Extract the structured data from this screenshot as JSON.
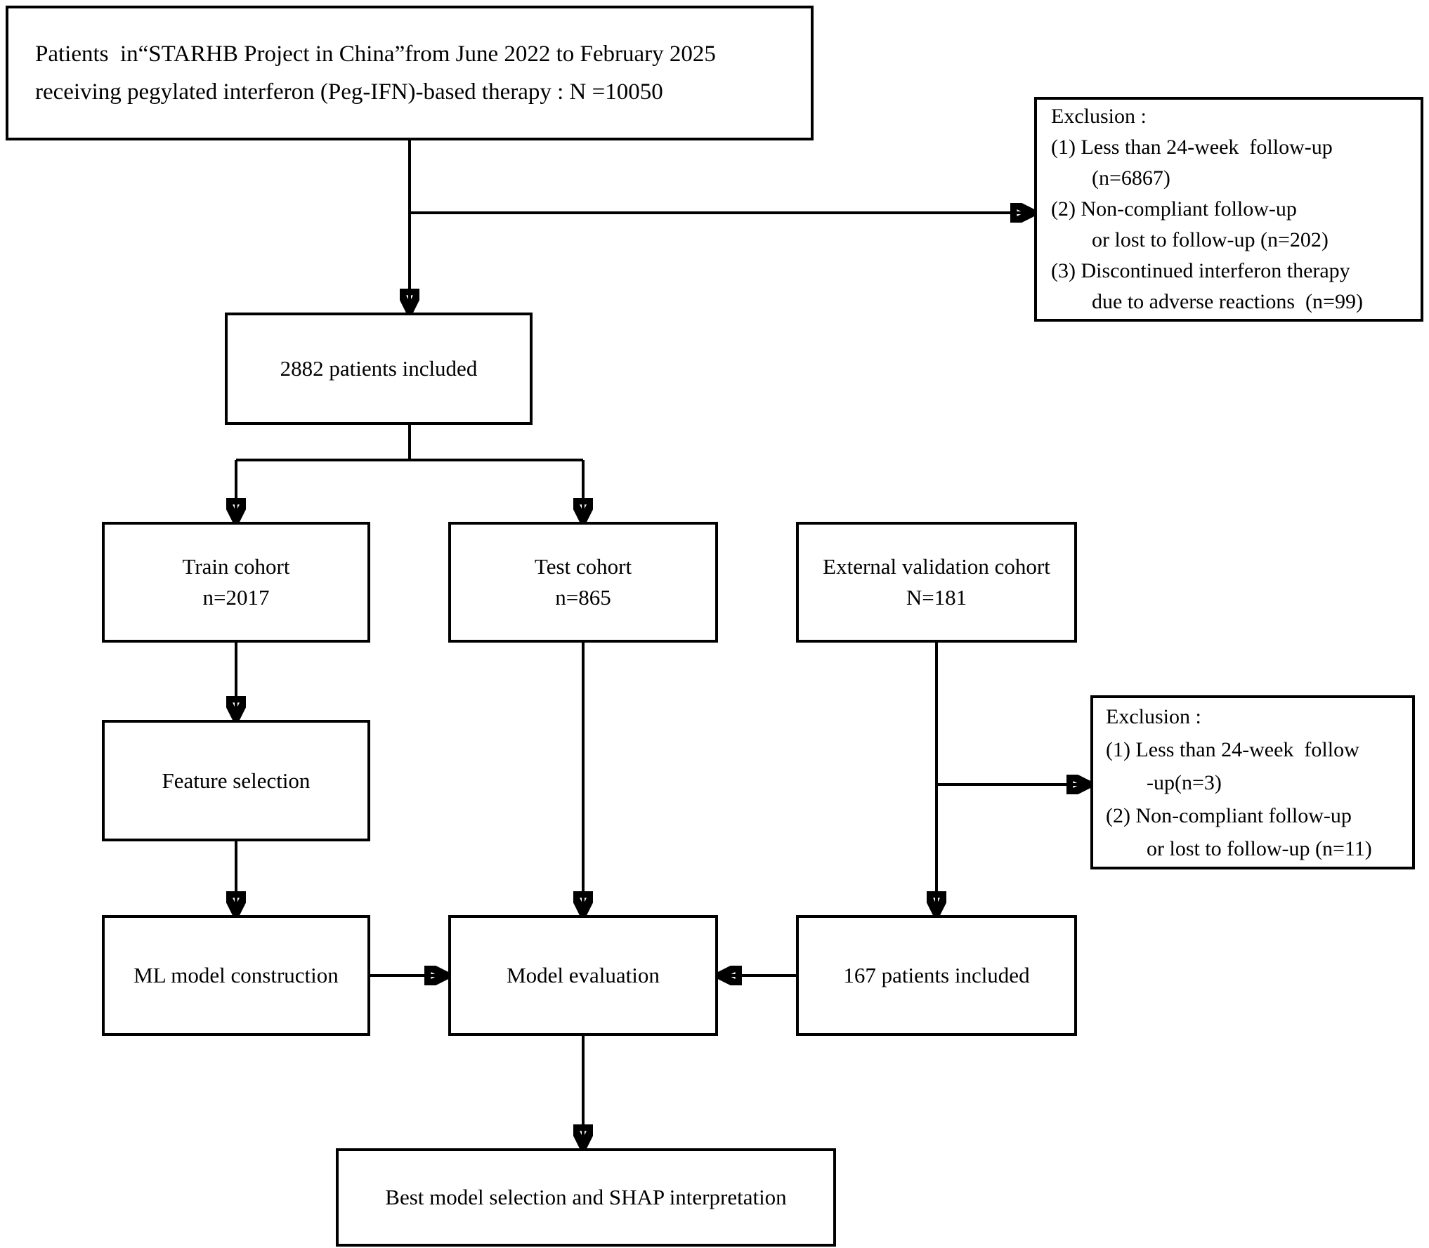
{
  "flowchart": {
    "source": {
      "line1": "Patients  in“STARHB Project in China”from June 2022 to February 2025",
      "line2": "receiving pegylated interferon (Peg-IFN)-based therapy : N =10050"
    },
    "exclusion1": {
      "lines": [
        "Exclusion :",
        "(1) Less than 24-week  follow-up",
        "(n=6867)",
        "(2) Non-compliant follow-up",
        "or lost to follow-up (n=202)",
        "(3) Discontinued interferon therapy",
        "due to adverse reactions  (n=99)"
      ]
    },
    "included": {
      "label": "2882 patients included"
    },
    "train": {
      "line1": "Train cohort",
      "line2": "n=2017"
    },
    "test": {
      "line1": "Test cohort",
      "line2": "n=865"
    },
    "external": {
      "line1": "External validation cohort",
      "line2": "N=181"
    },
    "feature_selection": {
      "label": "Feature selection"
    },
    "exclusion2": {
      "lines": [
        "Exclusion :",
        "(1) Less than 24-week  follow",
        "-up(n=3)",
        "(2) Non-compliant follow-up",
        "or lost to follow-up (n=11)"
      ]
    },
    "ml_construction": {
      "label": "ML model construction"
    },
    "model_evaluation": {
      "label": "Model evaluation"
    },
    "external_included": {
      "label": "167 patients included"
    },
    "best_model": {
      "label": "Best model selection and SHAP interpretation"
    }
  },
  "colors": {
    "ink": "#000000",
    "paper": "#ffffff"
  }
}
